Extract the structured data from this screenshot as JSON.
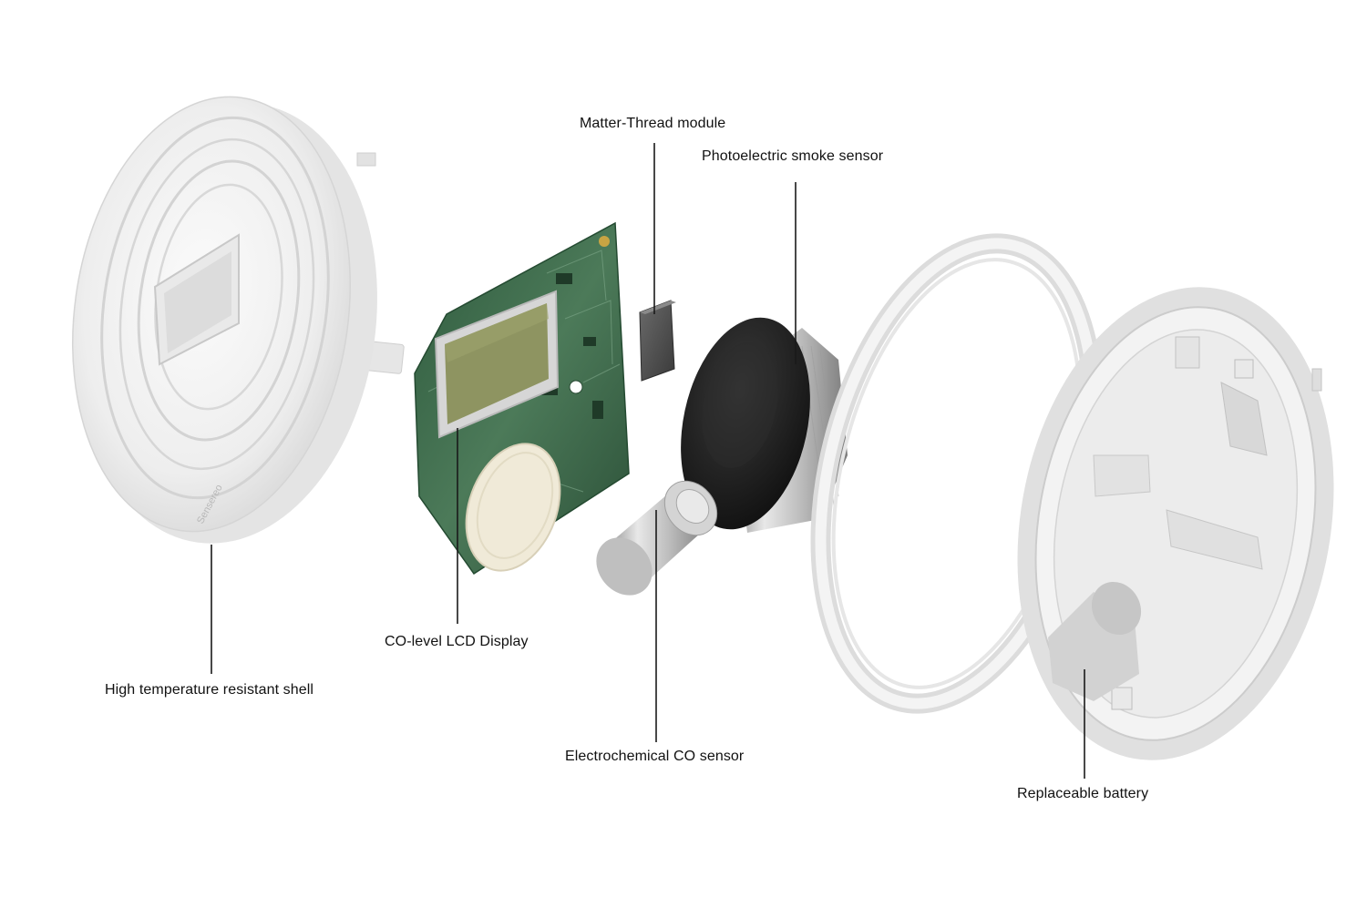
{
  "diagram": {
    "labels": {
      "shell": "High temperature resistant shell",
      "lcd": "CO-level LCD Display",
      "thread": "Matter-Thread module",
      "smoke": "Photoelectric smoke sensor",
      "co_sensor": "Electrochemical CO sensor",
      "battery": "Replaceable battery"
    },
    "shell_brand": "Sensereo"
  },
  "colors": {
    "label_text": "#111111",
    "leader_line": "#1a1a1a",
    "shell_white": "#f1f1f1",
    "pcb_green": "#3f6b4c",
    "lcd_olive": "#8e9461",
    "sensor_black": "#1e1e1e",
    "metal_silver": "#c9c9c9"
  }
}
